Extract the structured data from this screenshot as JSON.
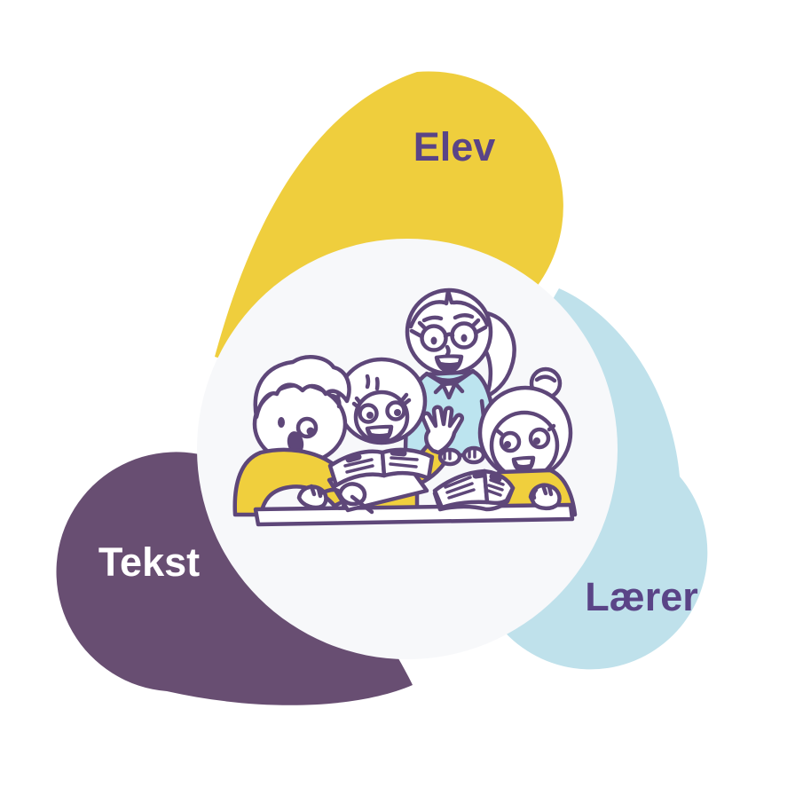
{
  "diagram": {
    "labels": {
      "elev": "Elev",
      "tekst": "Tekst",
      "laerer": "Lærer"
    },
    "colors": {
      "petal_elev": "#EFCE3D",
      "petal_tekst": "#684E72",
      "petal_laerer": "#BFE1EB",
      "label_dark": "#5A4487",
      "label_light": "#FFFFFF",
      "circle_bg": "#F7F8FA",
      "outline": "#5E4779",
      "shirt_blue": "#BCE4EF",
      "clothes_yellow": "#F0CF3D"
    },
    "illustration_alt": "Teacher with glasses and ponytail standing behind three children reading open books at a table"
  }
}
